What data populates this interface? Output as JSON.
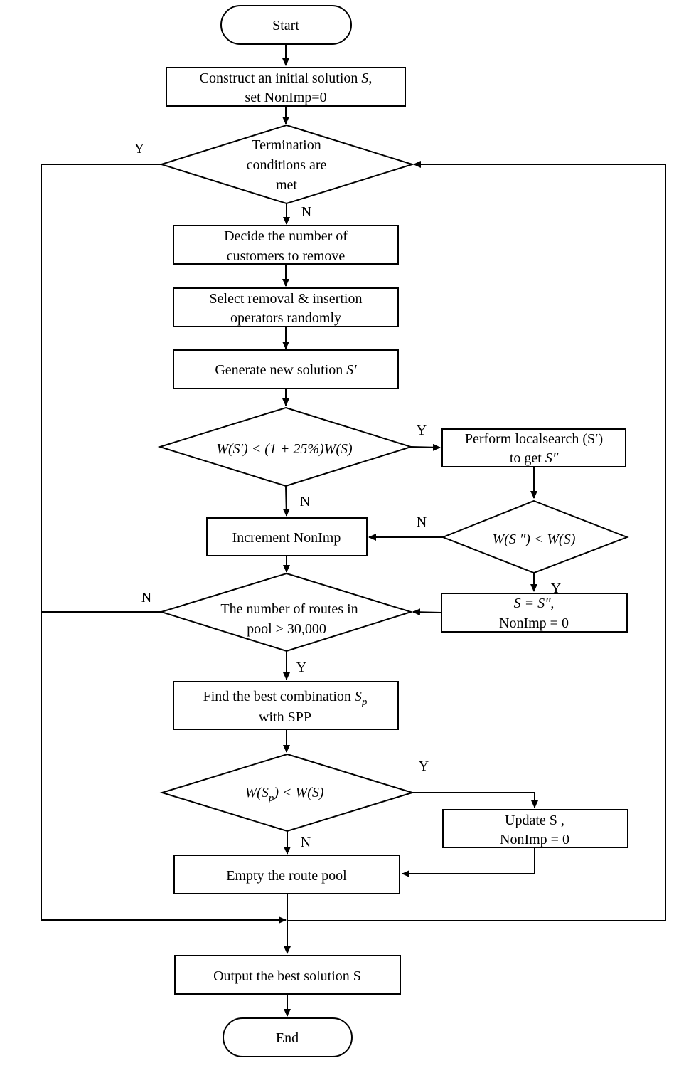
{
  "nodes": {
    "start": "Start",
    "construct": {
      "line1_pre": "Construct an initial solution ",
      "line1_var": "S",
      "line1_post": ",",
      "line2": "set NonImp=0"
    },
    "termination": {
      "line1": "Termination",
      "line2": "conditions are",
      "line3": "met"
    },
    "decide": {
      "line1": "Decide the number of",
      "line2": "customers to remove"
    },
    "select_ops": {
      "line1": "Select removal & insertion",
      "line2": "operators randomly"
    },
    "generate": {
      "text_pre": "Generate new solution ",
      "var": "S′"
    },
    "compare1": {
      "text": "W(S′) < (1 + 25%)W(S)"
    },
    "localsearch": {
      "line1": "Perform localsearch (S′)",
      "line2_pre": "to get ",
      "line2_var": "S″"
    },
    "increment": "Increment NonImp",
    "compare2": {
      "text": "W(S ″) < W(S)"
    },
    "routes_check": {
      "line1": "The number of routes in",
      "line2": "pool > 30,000"
    },
    "assign": {
      "line1": "S = S″,",
      "line2": "NonImp = 0"
    },
    "best_comb": {
      "line1_pre": "Find the best combination ",
      "line1_var": "S",
      "line1_sub": "p",
      "line2": "with SPP"
    },
    "compare3": {
      "pre": "W(S",
      "sub": "p",
      "post": ") < W(S)"
    },
    "update": {
      "line1": "Update S ,",
      "line2": "NonImp = 0"
    },
    "empty_pool": "Empty the route pool",
    "output": "Output the best solution S",
    "end": "End"
  },
  "edge_labels": {
    "term_yes": "Y",
    "term_no": "N",
    "cmp1_yes": "Y",
    "cmp1_no": "N",
    "cmp2_no": "N",
    "cmp2_yes": "Y",
    "routes_no": "N",
    "routes_yes": "Y",
    "cmp3_yes": "Y",
    "cmp3_no": "N"
  }
}
